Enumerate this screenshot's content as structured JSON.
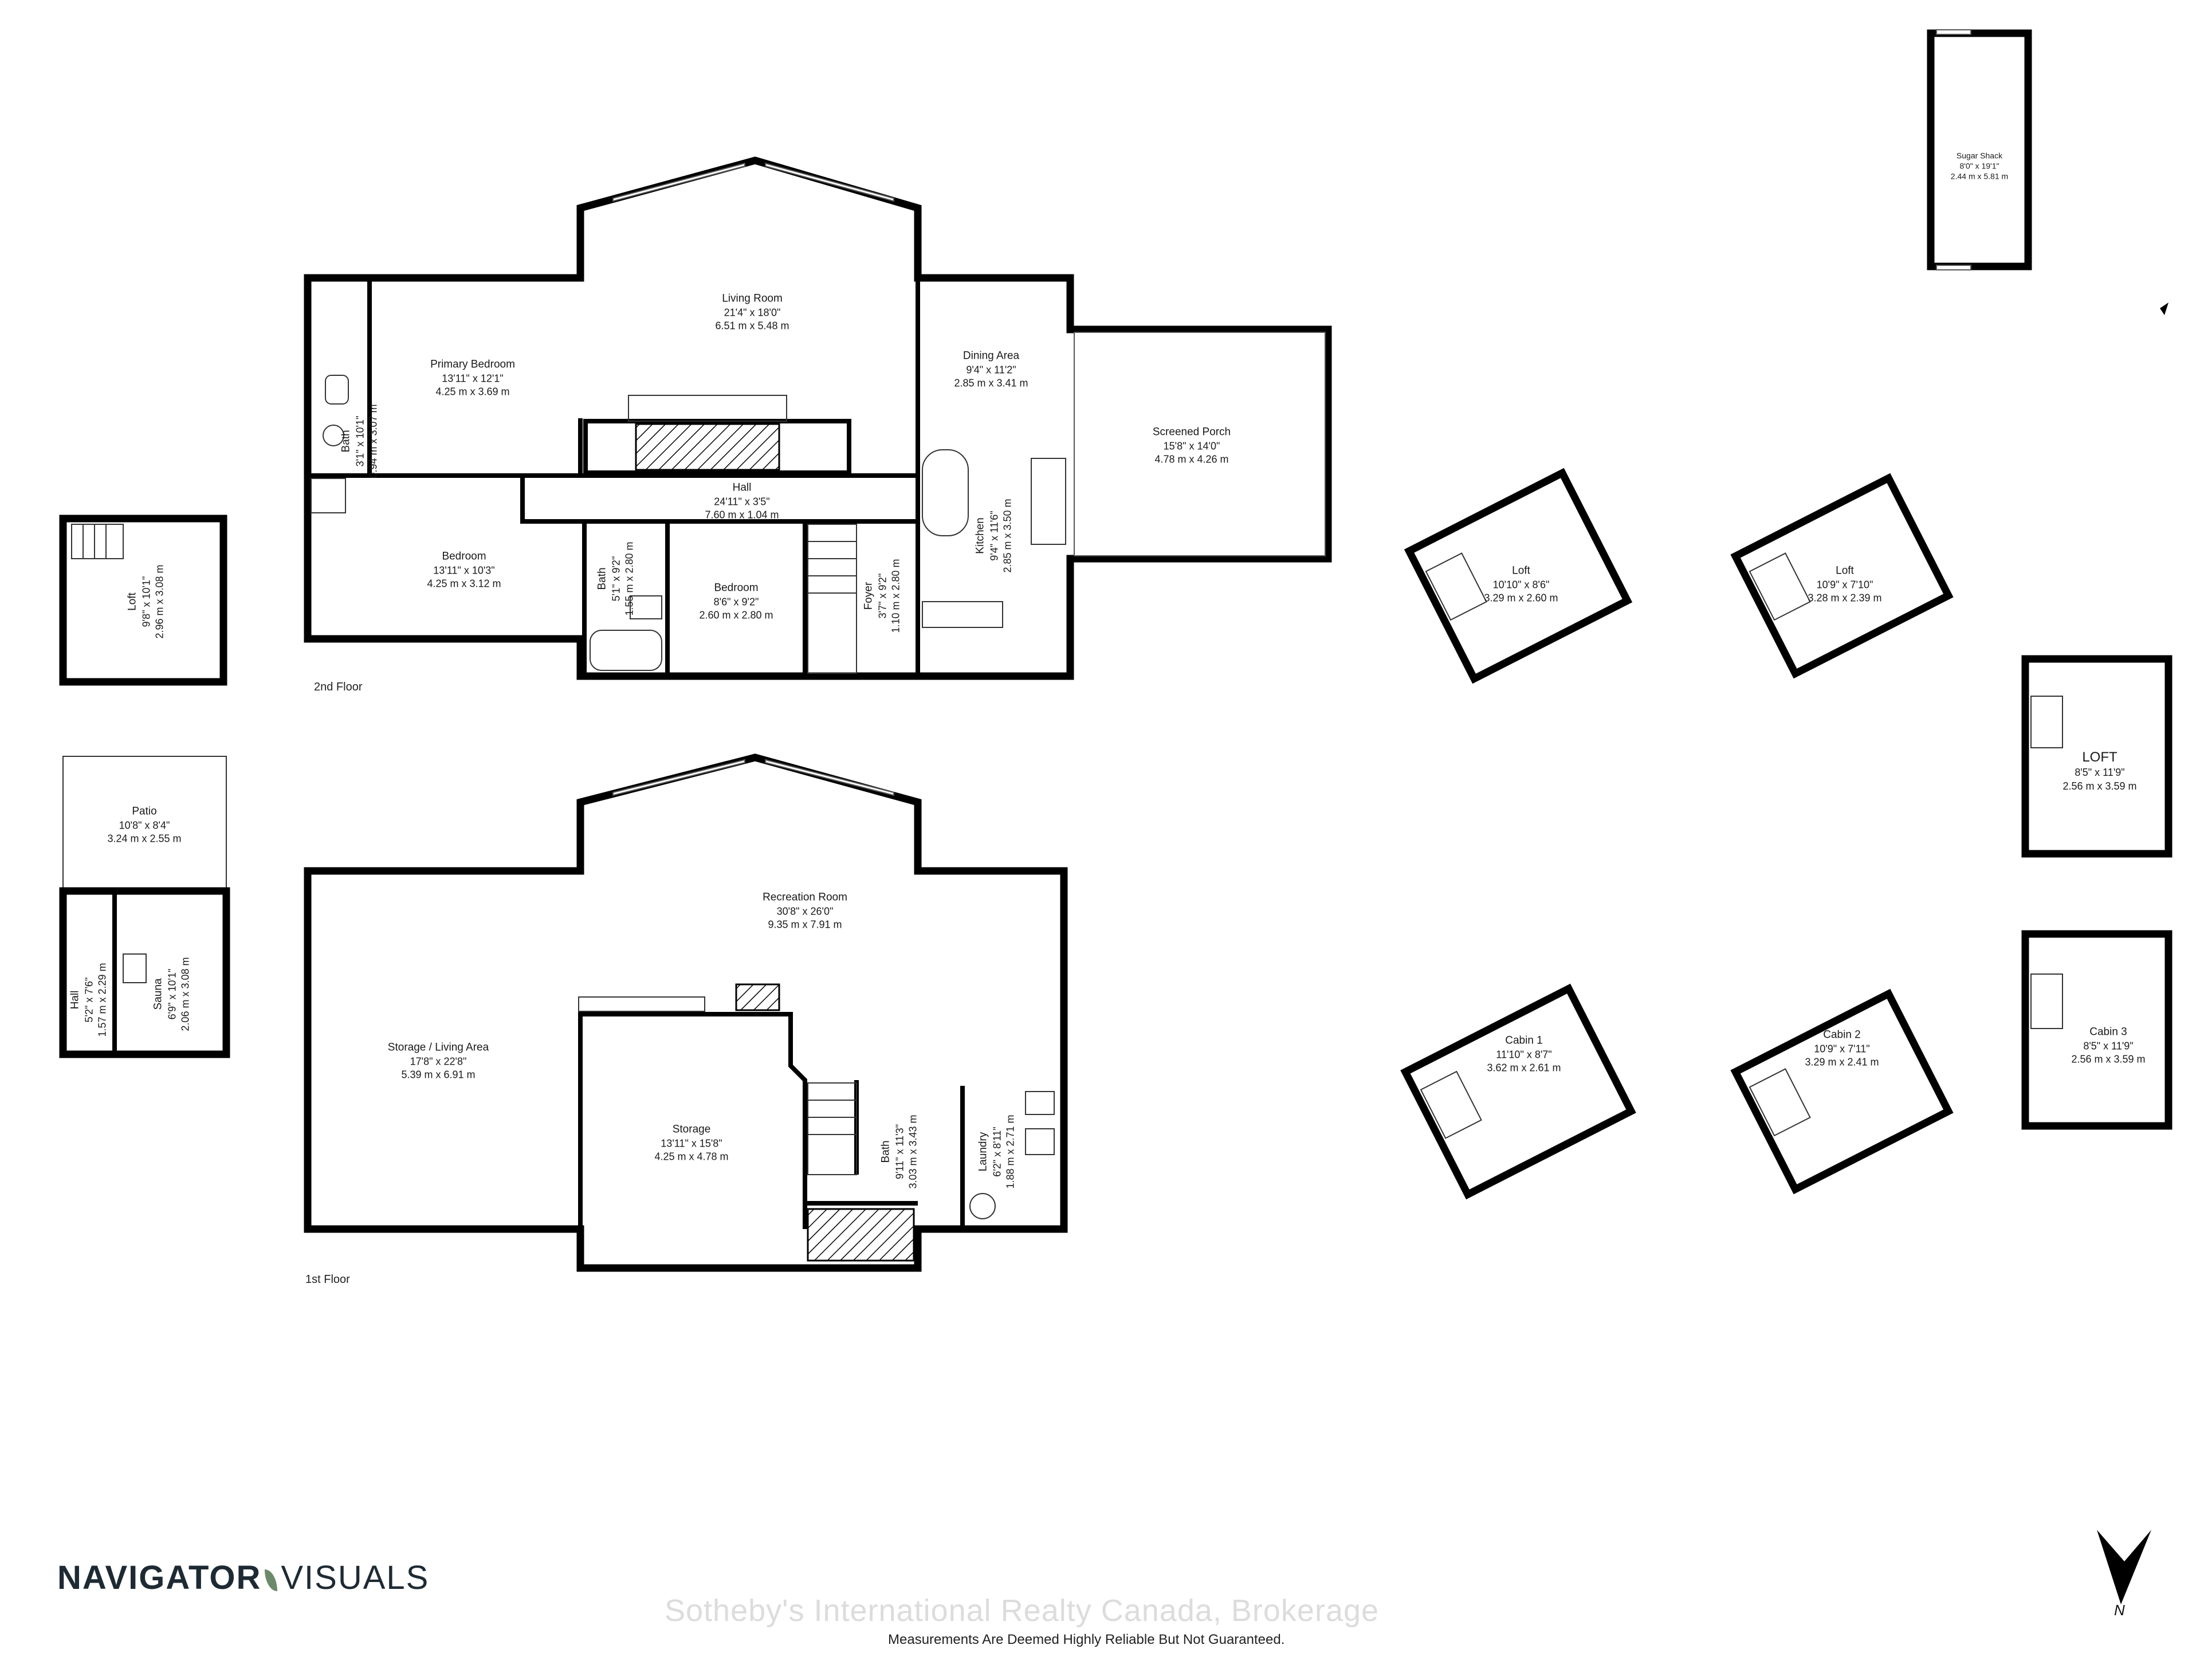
{
  "floors": {
    "second": {
      "label": "2nd Floor"
    },
    "first": {
      "label": "1st Floor"
    }
  },
  "rooms": {
    "living_room": {
      "name": "Living Room",
      "imperial": "21'4\" x 18'0\"",
      "metric": "6.51 m x 5.48 m"
    },
    "primary_bedroom": {
      "name": "Primary Bedroom",
      "imperial": "13'11\" x 12'1\"",
      "metric": "4.25 m x 3.69 m"
    },
    "bath_2f_a": {
      "name": "Bath",
      "imperial": "3'1\" x 10'1\"",
      "metric": "0.94 m x 3.07 m"
    },
    "dining_area": {
      "name": "Dining Area",
      "imperial": "9'4\" x 11'2\"",
      "metric": "2.85 m x 3.41 m"
    },
    "screened_porch": {
      "name": "Screened Porch",
      "imperial": "15'8\" x 14'0\"",
      "metric": "4.78 m x 4.26 m"
    },
    "hall_2f": {
      "name": "Hall",
      "imperial": "24'11\" x 3'5\"",
      "metric": "7.60 m x 1.04 m"
    },
    "bedroom_2f_a": {
      "name": "Bedroom",
      "imperial": "13'11\" x 10'3\"",
      "metric": "4.25 m x 3.12 m"
    },
    "bath_2f_b": {
      "name": "Bath",
      "imperial": "5'1\" x 9'2\"",
      "metric": "1.55 m x 2.80 m"
    },
    "bedroom_2f_b": {
      "name": "Bedroom",
      "imperial": "8'6\" x 9'2\"",
      "metric": "2.60 m x 2.80 m"
    },
    "foyer": {
      "name": "Foyer",
      "imperial": "3'7\" x 9'2\"",
      "metric": "1.10 m x 2.80 m"
    },
    "kitchen": {
      "name": "Kitchen",
      "imperial": "9'4\" x 11'6\"",
      "metric": "2.85 m x 3.50 m"
    },
    "loft_left": {
      "name": "Loft",
      "imperial": "9'8\" x 10'1\"",
      "metric": "2.96 m x 3.08 m"
    },
    "patio": {
      "name": "Patio",
      "imperial": "10'8\" x 8'4\"",
      "metric": "3.24 m x 2.55 m"
    },
    "hall_sauna": {
      "name": "Hall",
      "imperial": "5'2\" x 7'6\"",
      "metric": "1.57 m x 2.29 m"
    },
    "sauna": {
      "name": "Sauna",
      "imperial": "6'9\" x 10'1\"",
      "metric": "2.06 m x 3.08 m"
    },
    "recreation_room": {
      "name": "Recreation Room",
      "imperial": "30'8\" x 26'0\"",
      "metric": "9.35 m x 7.91 m"
    },
    "storage_living": {
      "name": "Storage / Living Area",
      "imperial": "17'8\" x 22'8\"",
      "metric": "5.39 m x 6.91 m"
    },
    "storage": {
      "name": "Storage",
      "imperial": "13'11\" x 15'8\"",
      "metric": "4.25 m x 4.78 m"
    },
    "bath_1f": {
      "name": "Bath",
      "imperial": "9'11\" x 11'3\"",
      "metric": "3.03 m x 3.43 m"
    },
    "laundry": {
      "name": "Laundry",
      "imperial": "6'2\" x 8'11\"",
      "metric": "1.88 m x 2.71 m"
    },
    "sugar_shack": {
      "name": "Sugar Shack",
      "imperial": "8'0\" x 19'1\"",
      "metric": "2.44 m x 5.81 m"
    },
    "loft_a": {
      "name": "Loft",
      "imperial": "10'10\" x 8'6\"",
      "metric": "3.29 m x 2.60 m"
    },
    "loft_b": {
      "name": "Loft",
      "imperial": "10'9\" x 7'10\"",
      "metric": "3.28 m x 2.39 m"
    },
    "loft_c": {
      "name": "LOFT",
      "imperial": "8'5\" x 11'9\"",
      "metric": "2.56 m x 3.59 m"
    },
    "cabin_1": {
      "name": "Cabin 1",
      "imperial": "11'10\" x 8'7\"",
      "metric": "3.62 m x 2.61 m"
    },
    "cabin_2": {
      "name": "Cabin 2",
      "imperial": "10'9\" x 7'11\"",
      "metric": "3.29 m x 2.41 m"
    },
    "cabin_3": {
      "name": "Cabin 3",
      "imperial": "8'5\" x 11'9\"",
      "metric": "2.56 m x 3.59 m"
    }
  },
  "branding": {
    "logo_left": "NAVIGATOR",
    "logo_right": "VISUALS",
    "watermark": "Sotheby's International Realty Canada, Brokerage",
    "disclaimer": "Measurements Are Deemed Highly Reliable But Not Guaranteed.",
    "north": "N"
  },
  "icons": {
    "logo_mark": "leaf-icon",
    "compass": "north-arrow-icon"
  }
}
